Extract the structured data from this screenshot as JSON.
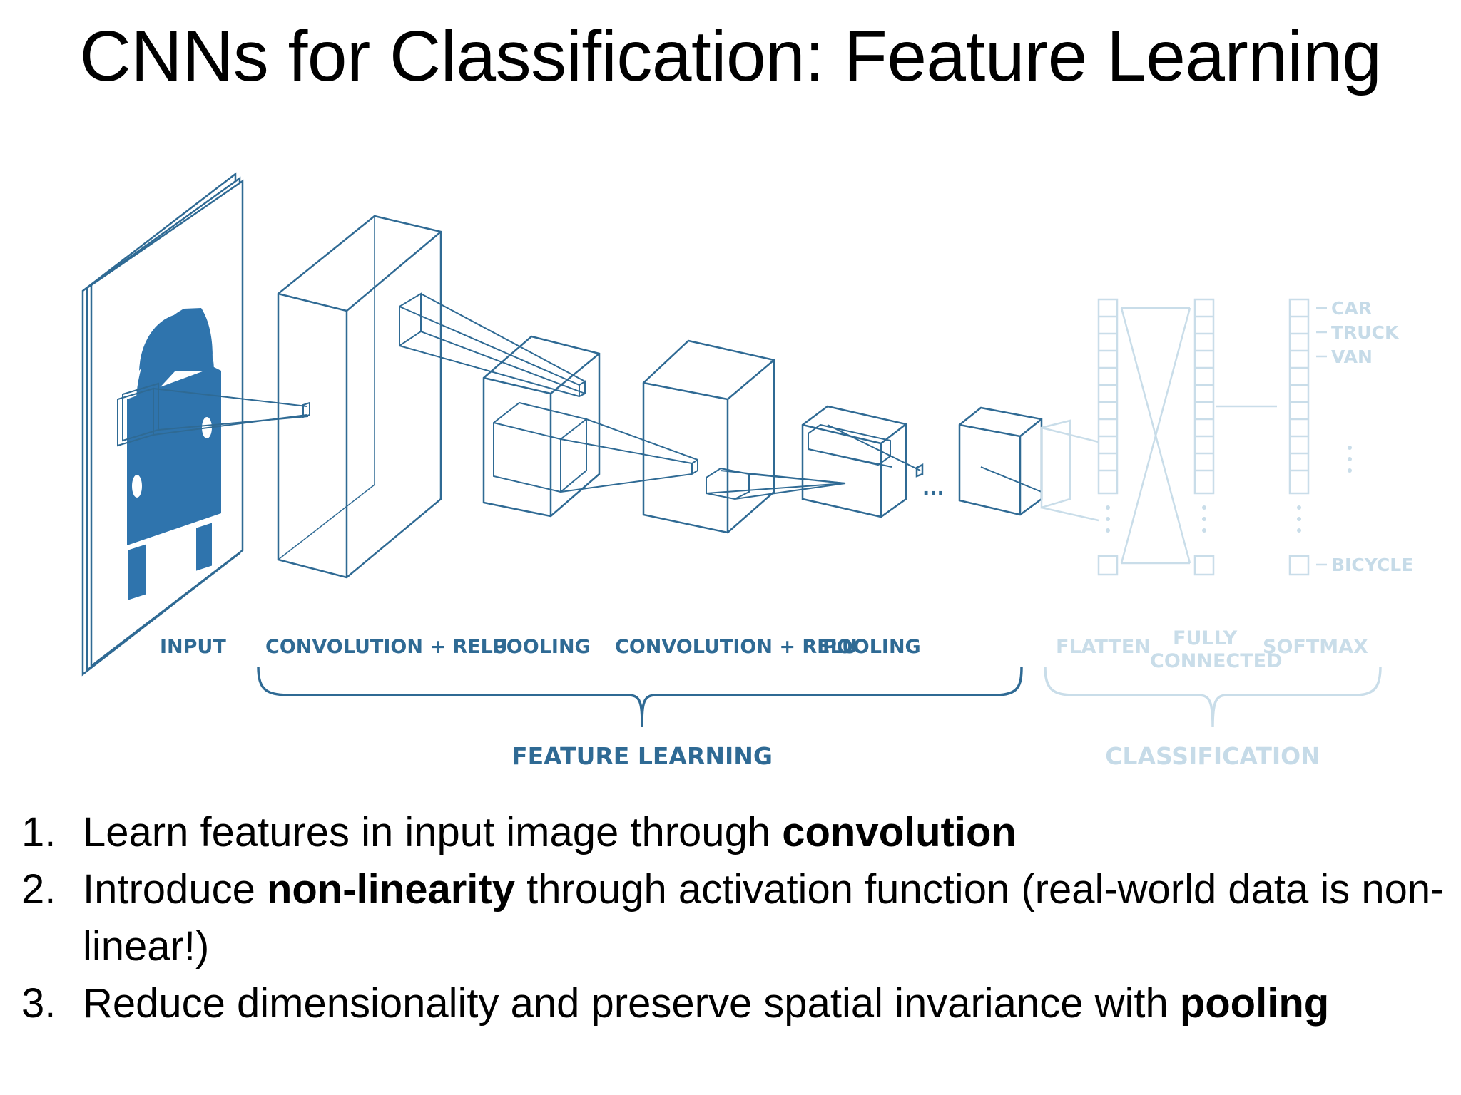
{
  "slide": {
    "title": "CNNs for Classification: Feature Learning"
  },
  "diagram": {
    "colors": {
      "feature_learning": "#2f6a94",
      "classification": "#c9dde9",
      "car": "#2f74ad"
    },
    "stage_labels": {
      "input": "INPUT",
      "conv_relu_1": "CONVOLUTION + RELU",
      "pooling_1": "POOLING",
      "conv_relu_2": "CONVOLUTION + RELU",
      "pooling_2": "POOLING",
      "flatten": "FLATTEN",
      "fully_connected_line1": "FULLY",
      "fully_connected_line2": "CONNECTED",
      "softmax": "SOFTMAX"
    },
    "groups": {
      "feature_learning": "FEATURE LEARNING",
      "classification": "CLASSIFICATION"
    },
    "classes": [
      "CAR",
      "TRUCK",
      "VAN",
      "BICYCLE"
    ],
    "ellipsis": "..."
  },
  "points": [
    {
      "num": "1.",
      "text_before": "Learn features in input image through ",
      "bold": "convolution",
      "text_after": ""
    },
    {
      "num": "2.",
      "text_before": "Introduce ",
      "bold": "non-linearity",
      "text_after": " through activation function (real-world data is non-linear!)"
    },
    {
      "num": "3.",
      "text_before": "Reduce dimensionality and preserve spatial invariance with ",
      "bold": "pooling",
      "text_after": ""
    }
  ]
}
